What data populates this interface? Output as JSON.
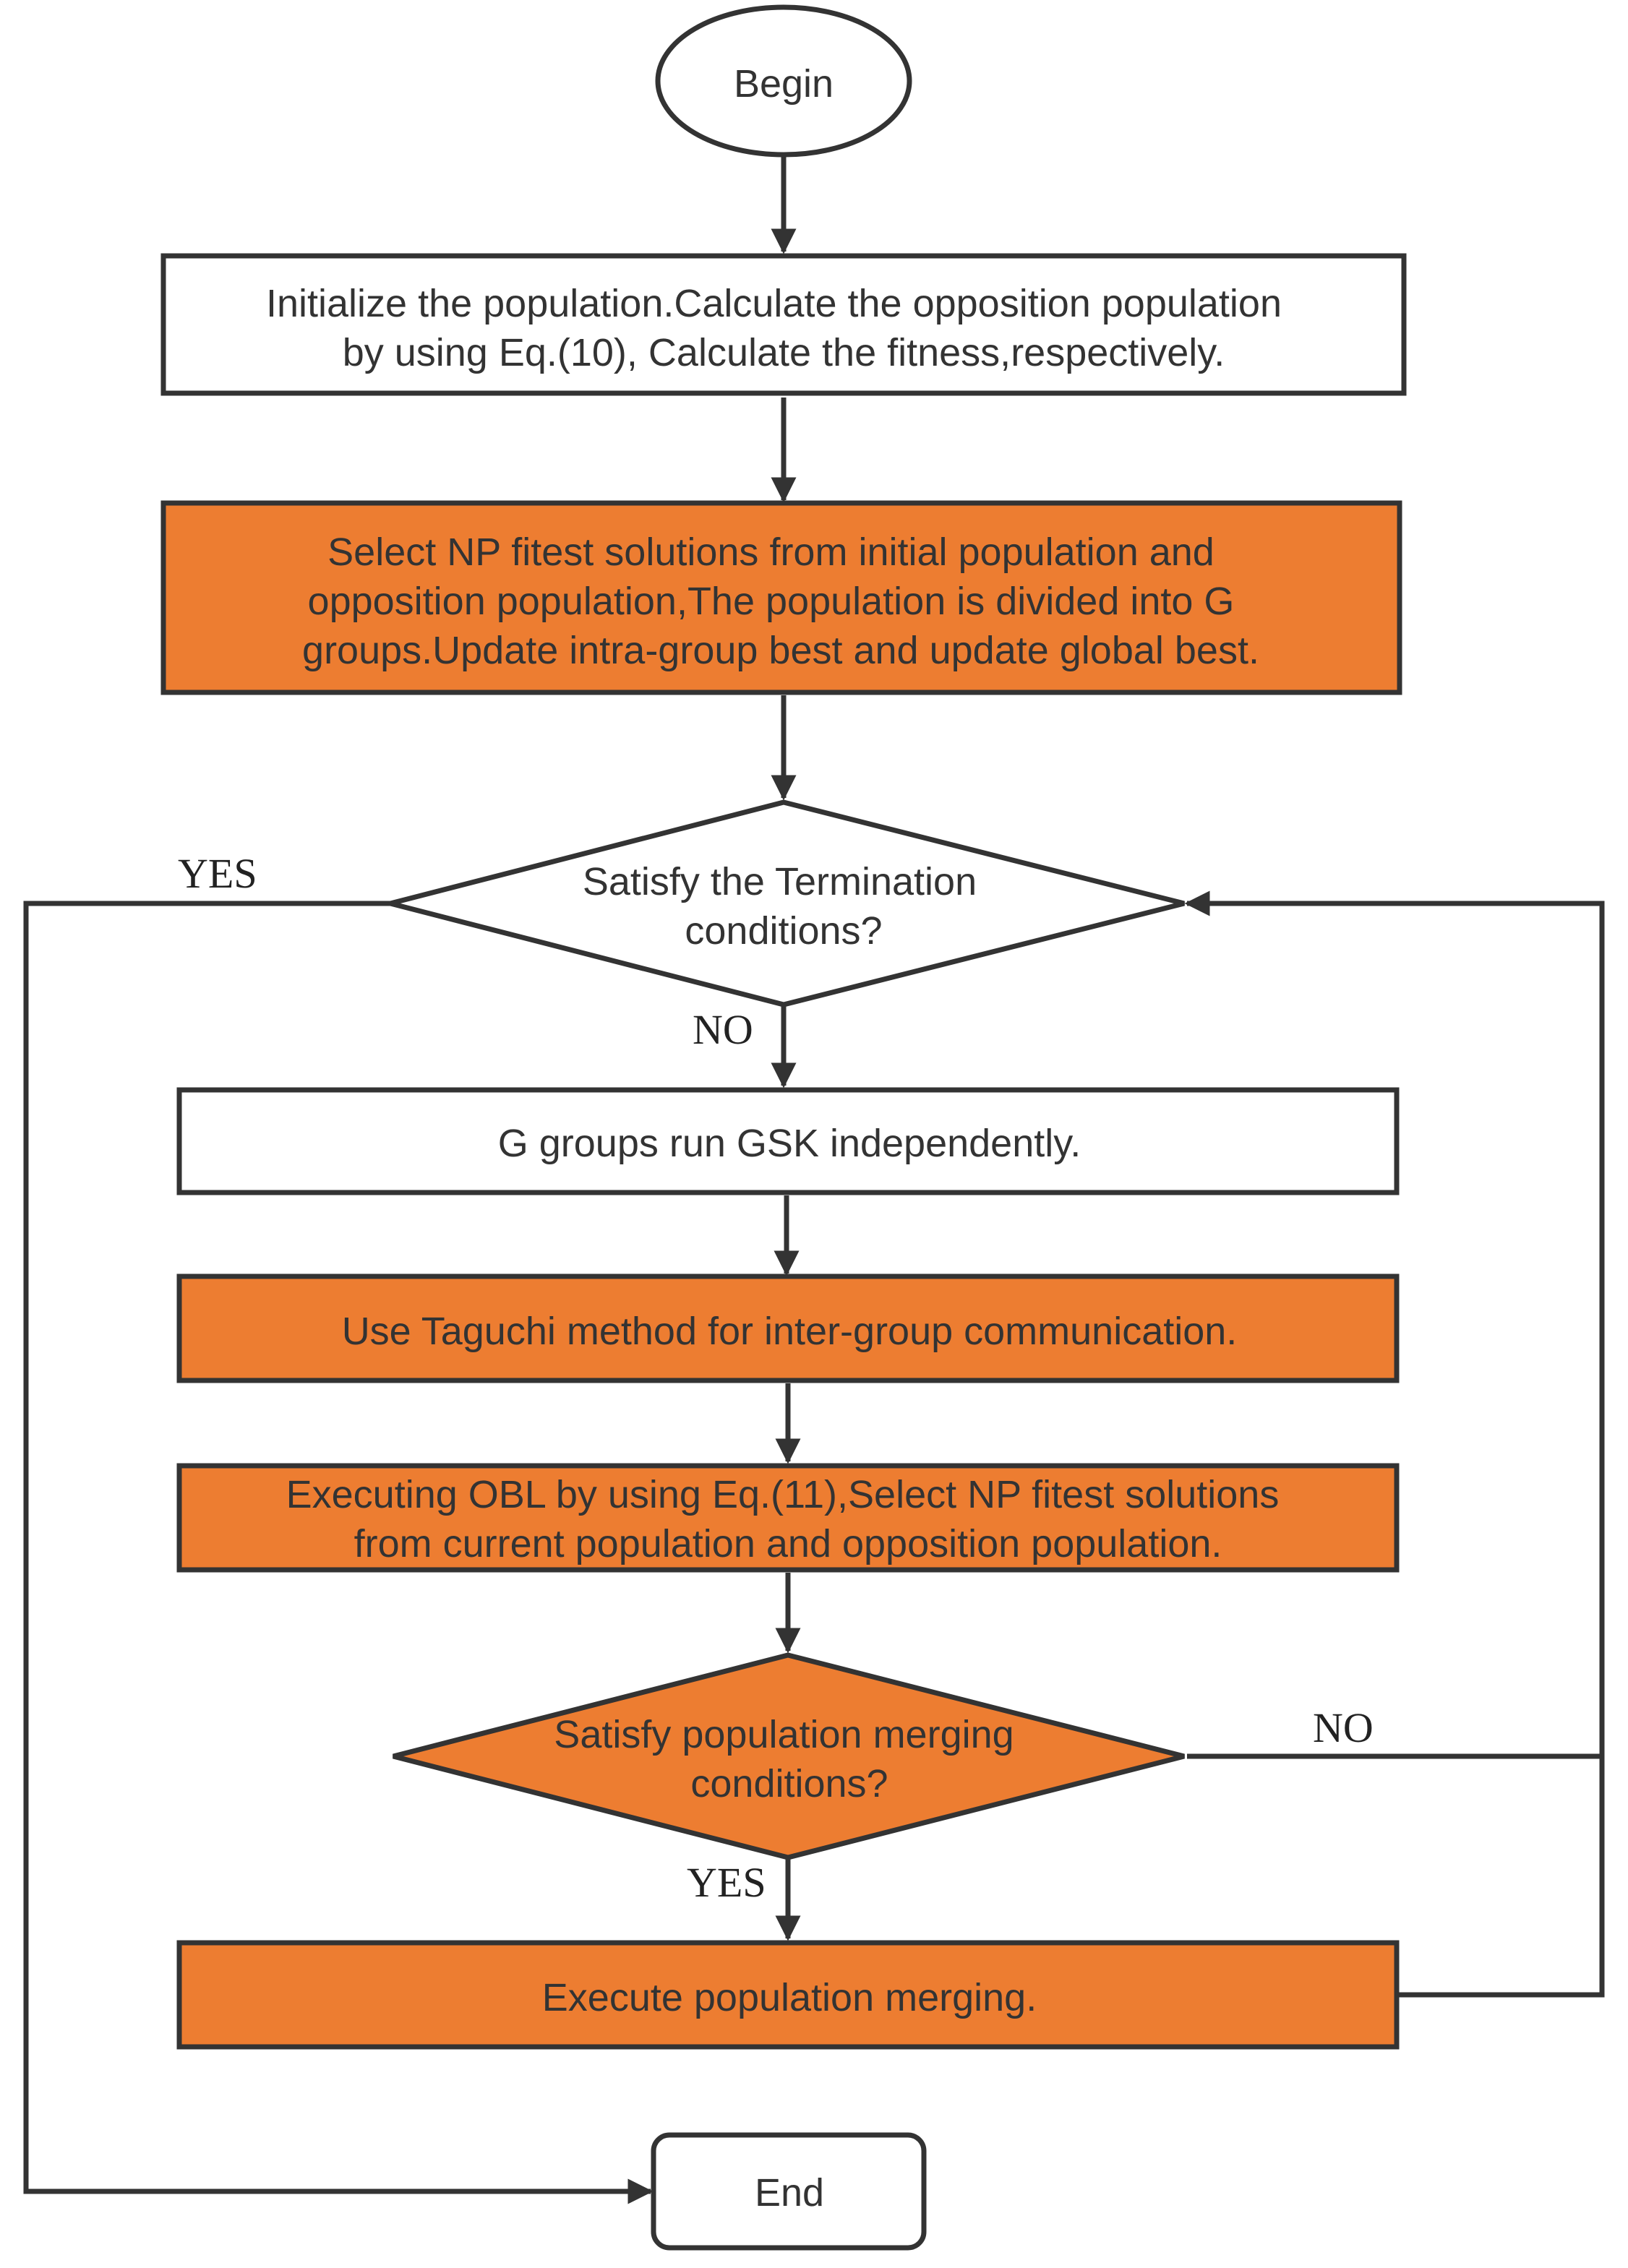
{
  "colors": {
    "accent_fill": "#ED7D31",
    "plain_fill": "#FFFFFF",
    "stroke": "#333333"
  },
  "nodes": {
    "begin": {
      "shape": "ellipse",
      "fill": "plain",
      "lines": [
        "Begin"
      ]
    },
    "init": {
      "shape": "rect",
      "fill": "plain",
      "lines": [
        "Initialize the population.Calculate the opposition population",
        "by using Eq.(10), Calculate the fitness,respectively."
      ]
    },
    "select": {
      "shape": "rect",
      "fill": "accent",
      "lines": [
        "Select NP fitest solutions from initial population and",
        "opposition population,The population is divided into G",
        "groups.Update intra-group best and update global best."
      ]
    },
    "termination": {
      "shape": "diamond",
      "fill": "plain",
      "lines": [
        "Satisfy the Termination",
        "conditions?"
      ]
    },
    "gsk": {
      "shape": "rect",
      "fill": "plain",
      "lines": [
        "G groups run GSK independently."
      ]
    },
    "taguchi": {
      "shape": "rect",
      "fill": "accent",
      "lines": [
        "Use Taguchi method for inter-group communication."
      ]
    },
    "obl": {
      "shape": "rect",
      "fill": "accent",
      "lines": [
        "Executing OBL by using Eq.(11),Select NP fitest solutions",
        "from current population and opposition population."
      ]
    },
    "merge_check": {
      "shape": "diamond",
      "fill": "accent",
      "lines": [
        "Satisfy population merging",
        "conditions?"
      ]
    },
    "merge": {
      "shape": "rect",
      "fill": "accent",
      "lines": [
        "Execute population merging."
      ]
    },
    "end": {
      "shape": "roundrect",
      "fill": "plain",
      "lines": [
        "End"
      ]
    }
  },
  "edges": [
    {
      "from": "begin",
      "to": "init",
      "label": ""
    },
    {
      "from": "init",
      "to": "select",
      "label": ""
    },
    {
      "from": "select",
      "to": "termination",
      "label": ""
    },
    {
      "from": "termination",
      "to": "gsk",
      "label": "NO"
    },
    {
      "from": "termination",
      "to": "end",
      "label": "YES"
    },
    {
      "from": "gsk",
      "to": "taguchi",
      "label": ""
    },
    {
      "from": "taguchi",
      "to": "obl",
      "label": ""
    },
    {
      "from": "obl",
      "to": "merge_check",
      "label": ""
    },
    {
      "from": "merge_check",
      "to": "merge",
      "label": "YES"
    },
    {
      "from": "merge_check",
      "to": "termination",
      "label": "NO"
    },
    {
      "from": "merge",
      "to": "termination",
      "label": ""
    }
  ]
}
